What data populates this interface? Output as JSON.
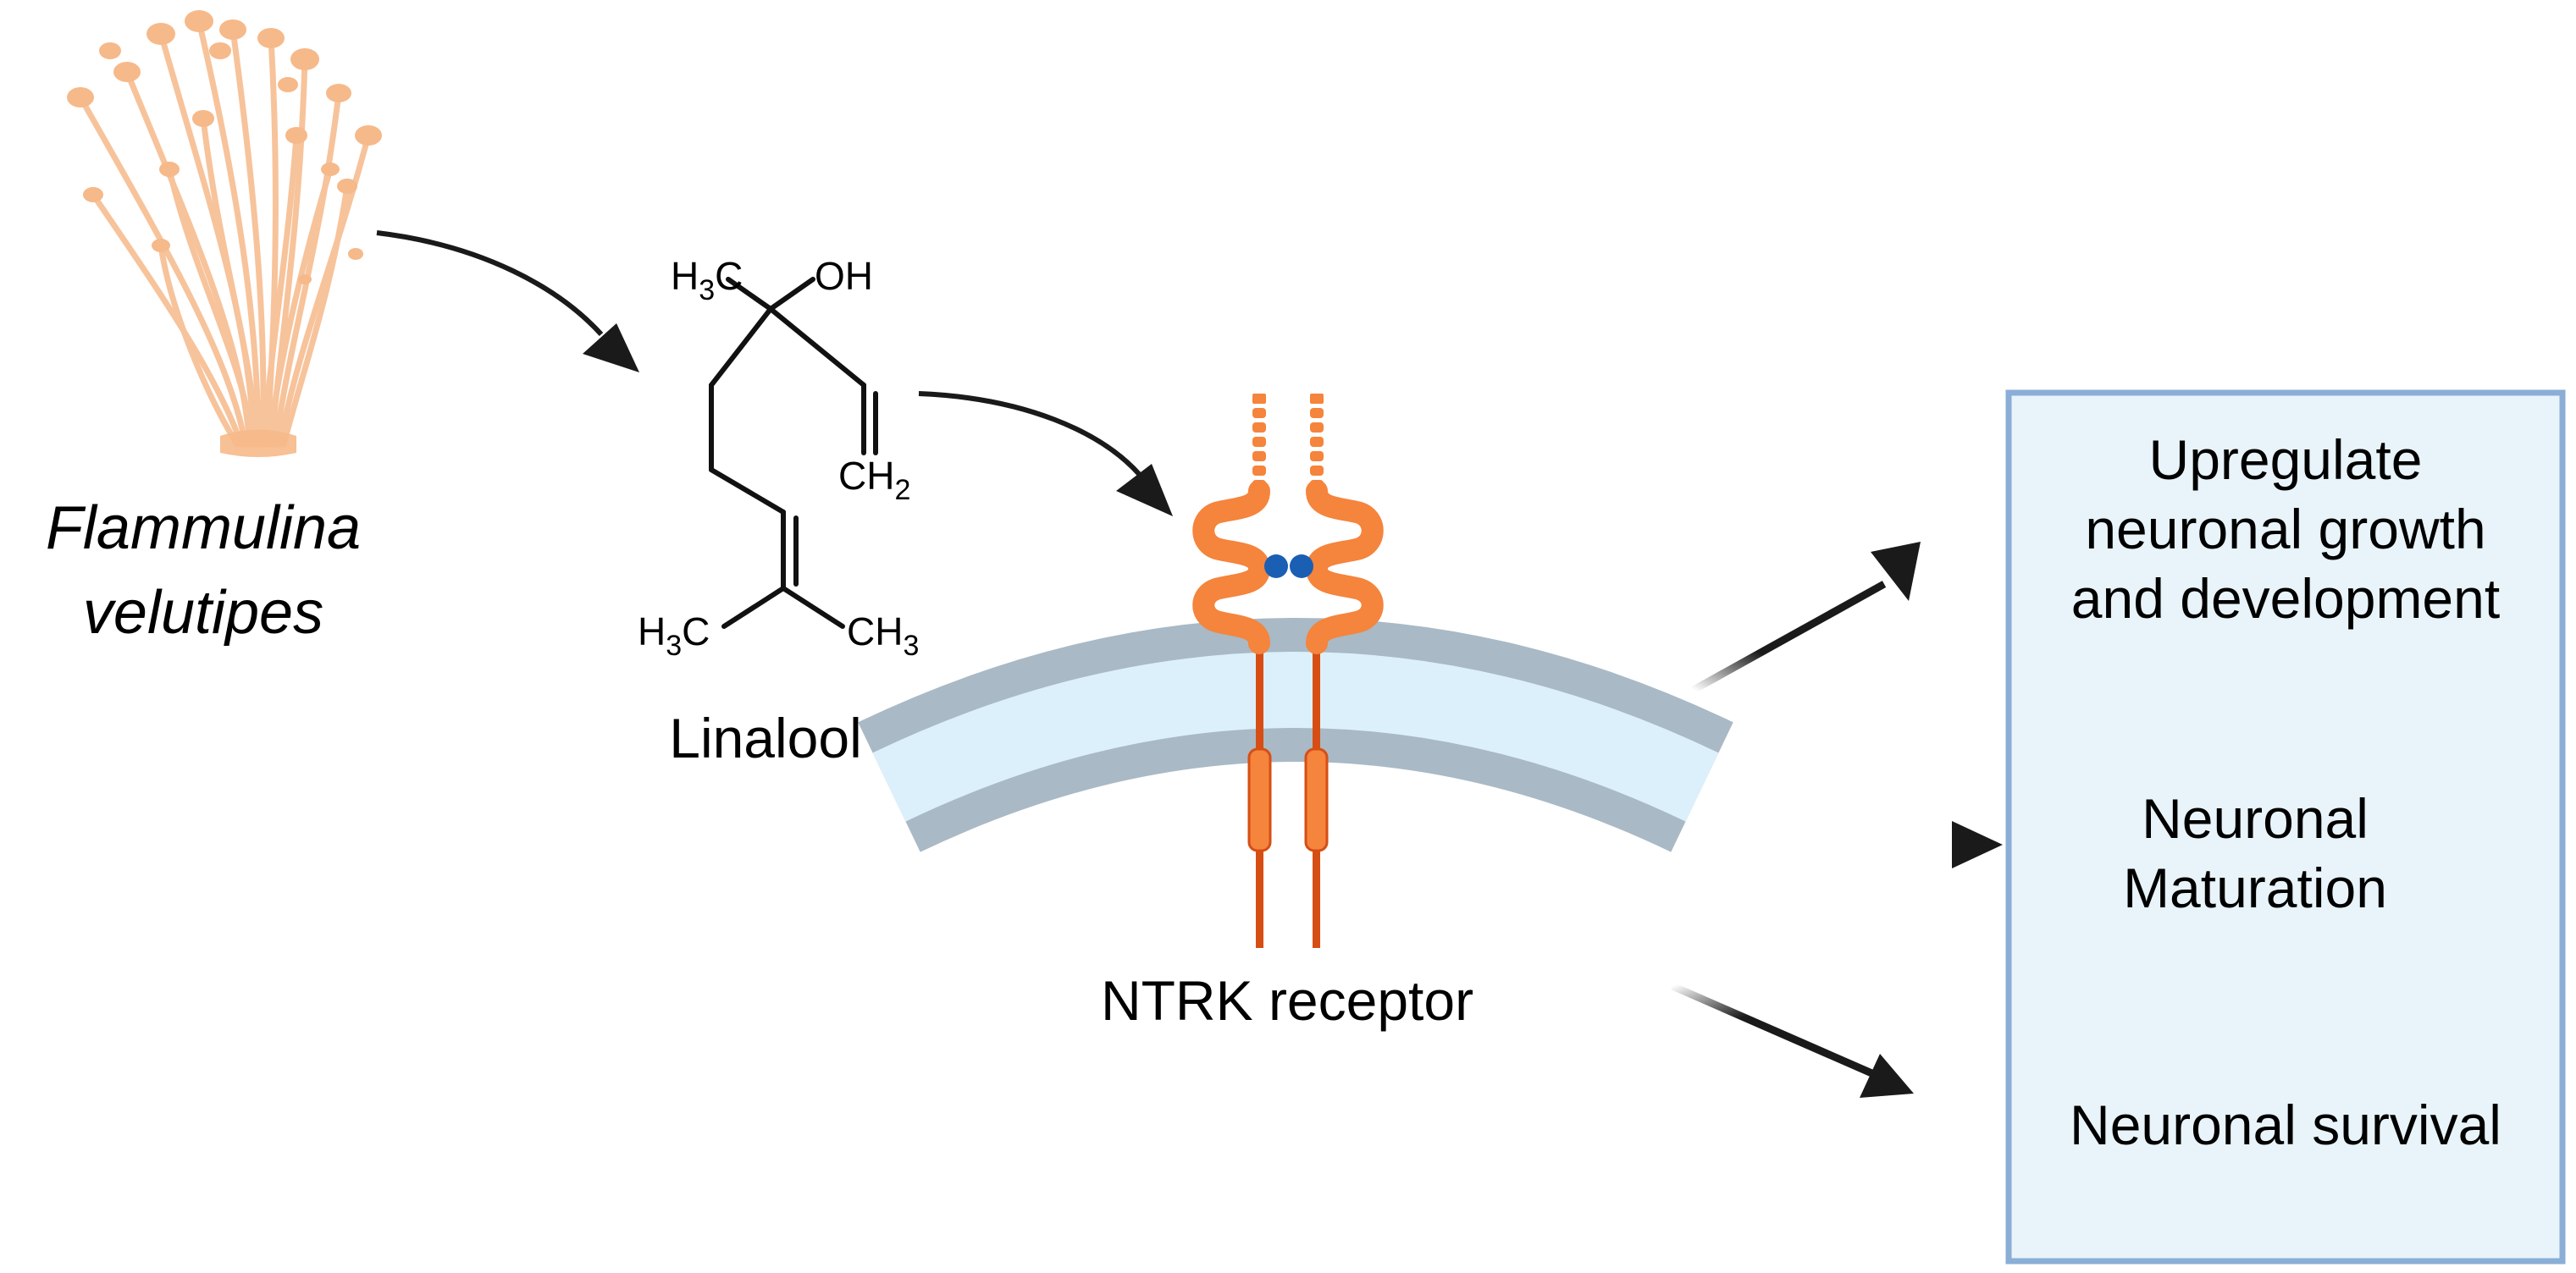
{
  "species": {
    "line1": "Flammulina",
    "line2": "velutipes"
  },
  "molecule": {
    "name": "Linalool",
    "groups": {
      "top_left_main": "H",
      "top_left_sub": "3",
      "top_left_tail": "C",
      "top_right": "OH",
      "right_main": "CH",
      "right_sub": "2",
      "bottom_left_main": "H",
      "bottom_left_sub": "3",
      "bottom_left_tail": "C",
      "bottom_right_main": "CH",
      "bottom_right_sub": "3"
    }
  },
  "receptor": {
    "label": "NTRK receptor"
  },
  "outcomes": {
    "growth": [
      "Upregulate",
      "neuronal growth",
      "and development"
    ],
    "maturation": [
      "Neuronal",
      "Maturation"
    ],
    "survival": [
      "Neuronal survival"
    ]
  },
  "colors": {
    "mushroom": "#f6b98a",
    "membrane_outer": "#a9b9c5",
    "membrane_inner": "#dcf0fb",
    "receptor_fill": "#f5843c",
    "receptor_stalk": "#d64e14",
    "ligand_dot": "#1a5fb4",
    "outcome_box_fill": "#e8f4f9",
    "outcome_box_border": "#8aaed6",
    "arrow": "#1a1a1a"
  }
}
